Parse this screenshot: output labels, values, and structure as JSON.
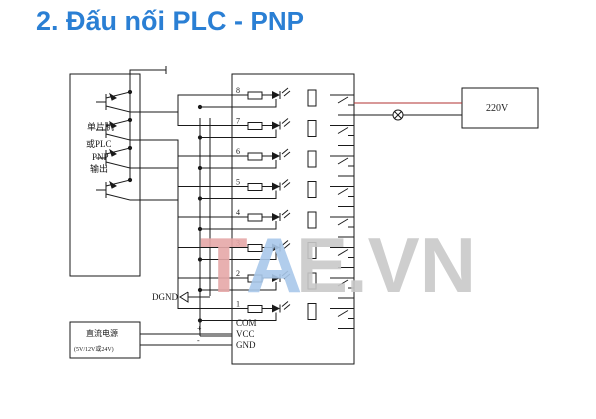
{
  "title": {
    "main": "2. Đấu nối PLC - ",
    "pnp": "PNP"
  },
  "plc_block": {
    "line1": "单片机",
    "line2": "或PLC",
    "line3": "PNP",
    "line4": "输出"
  },
  "power_block": {
    "line1": "直流电源",
    "line2": "(5V/12V或24V)",
    "plus": "+",
    "minus": "-"
  },
  "relay_module": {
    "channels": [
      "8",
      "7",
      "6",
      "5",
      "4",
      "3",
      "2",
      "1"
    ],
    "com": "COM",
    "vcc": "VCC",
    "gnd": "GND"
  },
  "load": {
    "label": "220V"
  },
  "dgnd": "DGND",
  "watermark": {
    "t": "T",
    "a": "A",
    "e": "E",
    "rest": ".VN"
  },
  "colors": {
    "title": "#2a7fd4",
    "wire": "#1a1a1a",
    "load_wire": "#b03030",
    "watermark_red": "#e6a8a8",
    "watermark_blue": "#a9c8ea",
    "watermark_gray": "#c9c9c9"
  }
}
